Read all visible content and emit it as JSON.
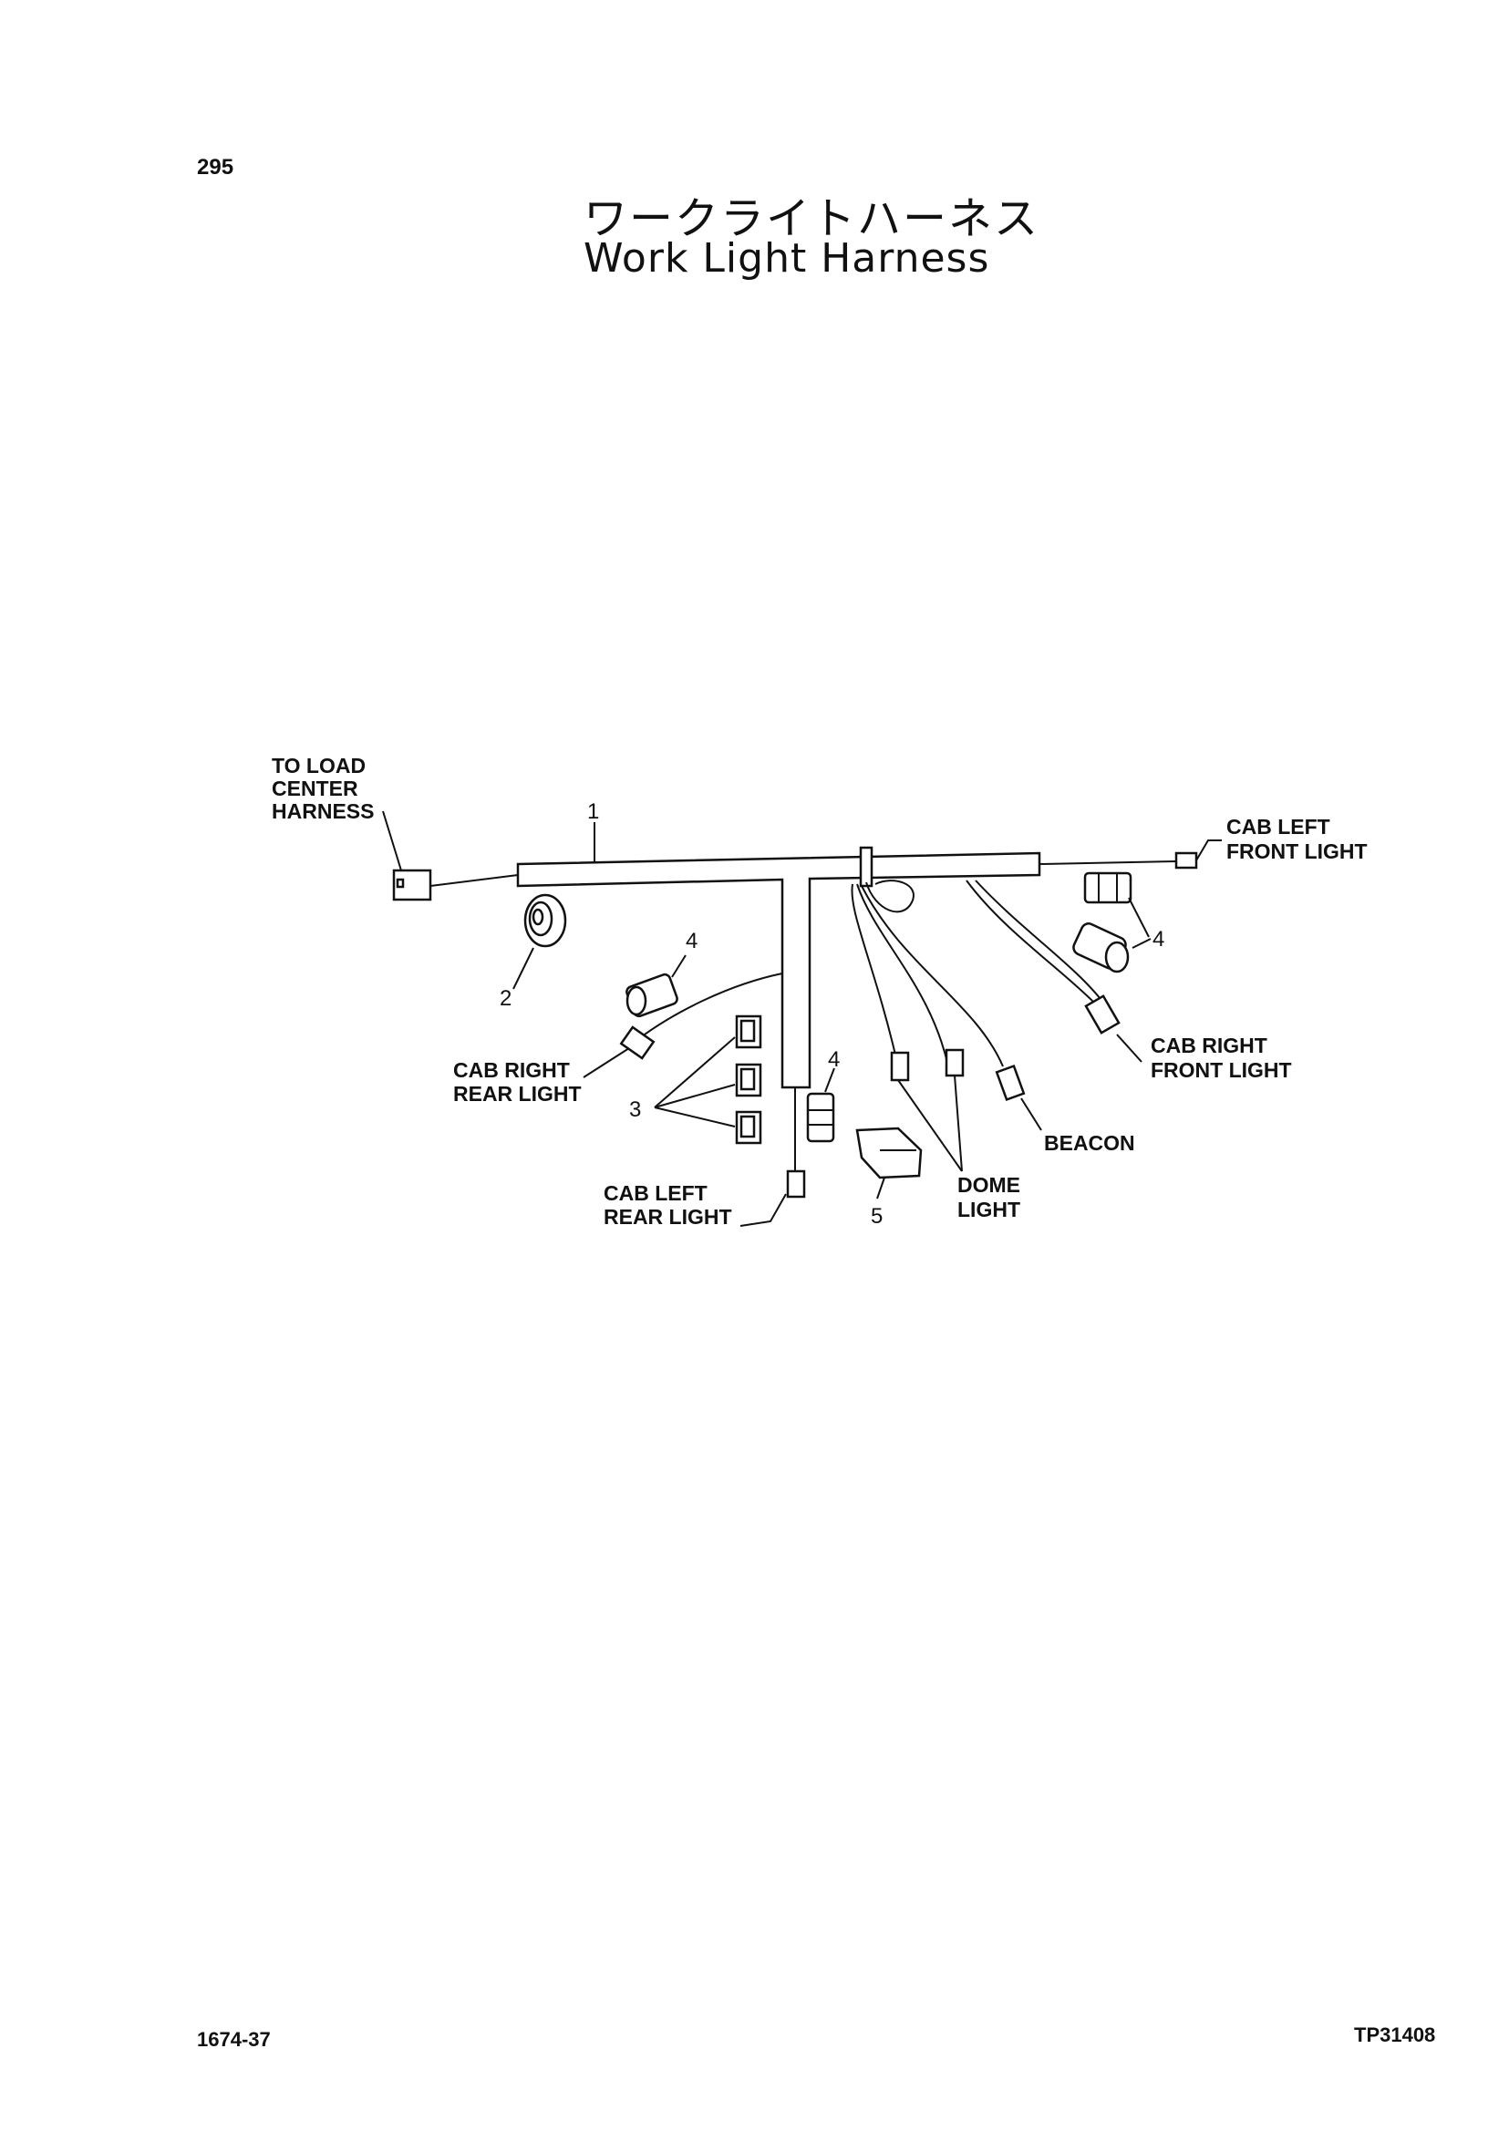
{
  "page": {
    "number": "295",
    "title_jp": "ワークライトハーネス",
    "title_en": "Work Light Harness",
    "footer_left": "1674-37",
    "footer_right": "TP31408"
  },
  "labels": {
    "to_load_center_1": "TO LOAD",
    "to_load_center_2": "CENTER",
    "to_load_center_3": "HARNESS",
    "cab_left_front_1": "CAB LEFT",
    "cab_left_front_2": "FRONT LIGHT",
    "cab_right_front_1": "CAB RIGHT",
    "cab_right_front_2": "FRONT LIGHT",
    "cab_right_rear_1": "CAB RIGHT",
    "cab_right_rear_2": "REAR LIGHT",
    "cab_left_rear_1": "CAB LEFT",
    "cab_left_rear_2": "REAR LIGHT",
    "beacon": "BEACON",
    "dome_light_1": "DOME",
    "dome_light_2": "LIGHT"
  },
  "callouts": {
    "c1": "1",
    "c2": "2",
    "c3": "3",
    "c4a": "4",
    "c4b": "4",
    "c4c": "4",
    "c5": "5"
  }
}
